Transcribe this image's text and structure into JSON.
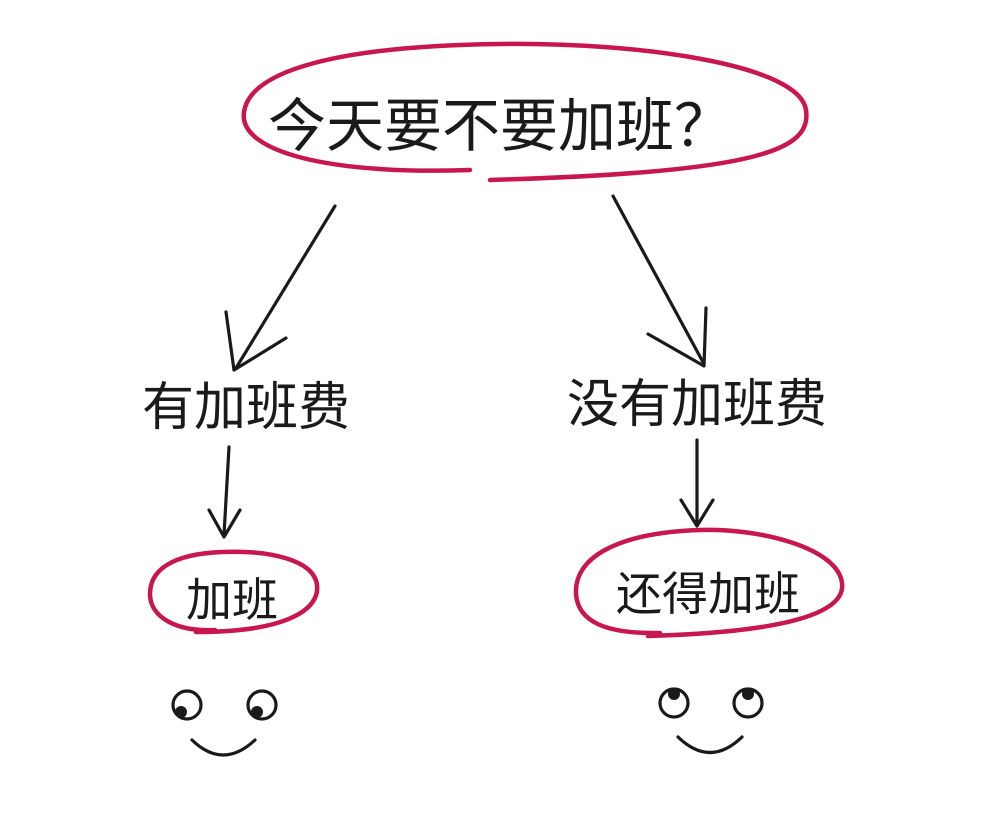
{
  "accent_color": "#c8174f",
  "ink_color": "#1a1a1a",
  "question": "今天要不要加班？",
  "branches": [
    {
      "condition": "有加班费",
      "outcome": "加班",
      "face": "smiley-face"
    },
    {
      "condition": "没有加班费",
      "outcome": "还得加班",
      "face": "smiley-face"
    }
  ]
}
